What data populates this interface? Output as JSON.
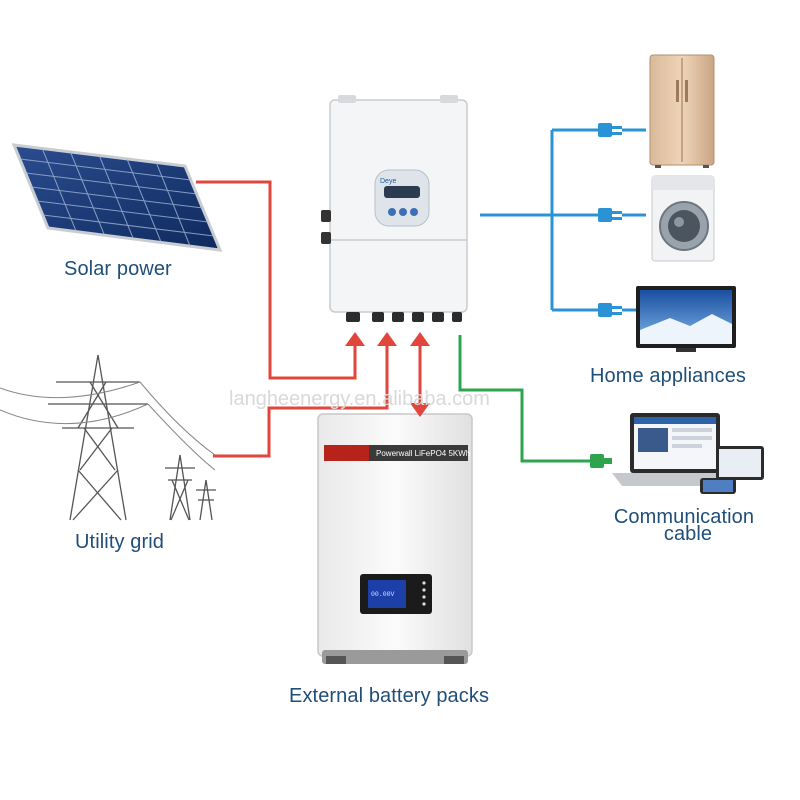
{
  "labels": {
    "solar": "Solar power",
    "grid": "Utility grid",
    "appliances": "Home appliances",
    "comm_line1": "Communication",
    "comm_line2": "cable",
    "battery": "External battery packs"
  },
  "watermark": "langheenergy.en.alibaba.com",
  "inverter": {
    "brand": "Deye"
  },
  "battery": {
    "brand_plate": "Powerwall LiFePO4 5KWh",
    "display_text": "00.00V"
  },
  "colors": {
    "dc_line": "#e2453c",
    "ac_line": "#2a93d5",
    "comm_line": "#2ea44f",
    "label": "#1f4e79"
  }
}
